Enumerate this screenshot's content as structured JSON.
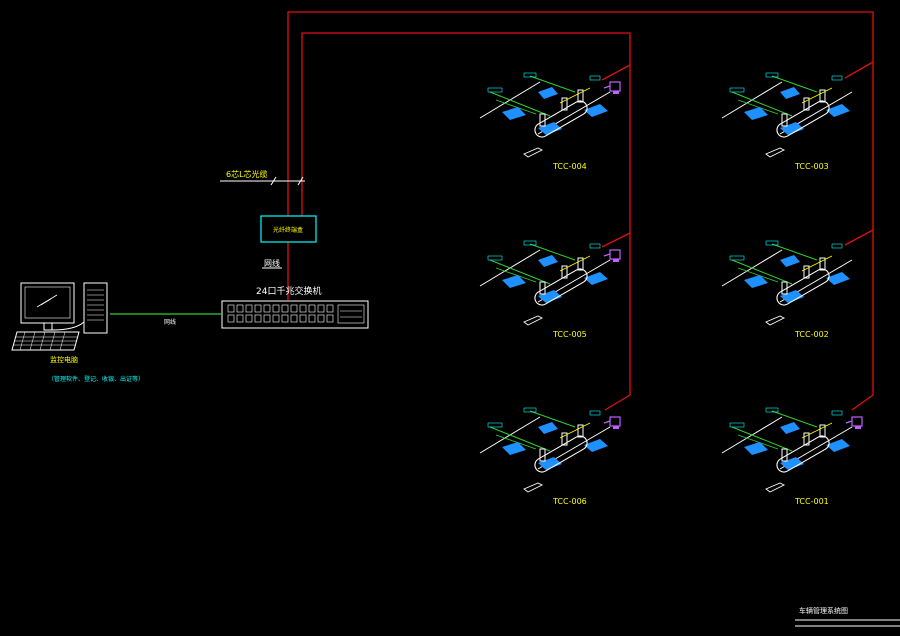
{
  "labels": {
    "fiber": "6芯L芯光缆",
    "fiber_box": "光纤终端盒",
    "network_cable_top": "网线",
    "switch": "24口千兆交换机",
    "network_cable_left": "网线",
    "pc_title": "监控电脑",
    "pc_sub": "（管理软件、登记、收银、出证等）",
    "title_block": "车辆管理系统图"
  },
  "stations": [
    {
      "id": "TCC-004"
    },
    {
      "id": "TCC-003"
    },
    {
      "id": "TCC-005"
    },
    {
      "id": "TCC-002"
    },
    {
      "id": "TCC-006"
    },
    {
      "id": "TCC-001"
    }
  ],
  "colors": {
    "background": "#000000",
    "wire_red": "#e01010",
    "wire_green": "#2fd02f",
    "cad_white": "#ffffff",
    "cad_cyan": "#00ffff",
    "cad_yellow": "#ffff00",
    "cad_blue": "#1e90ff",
    "cad_magenta": "#c060ff"
  }
}
